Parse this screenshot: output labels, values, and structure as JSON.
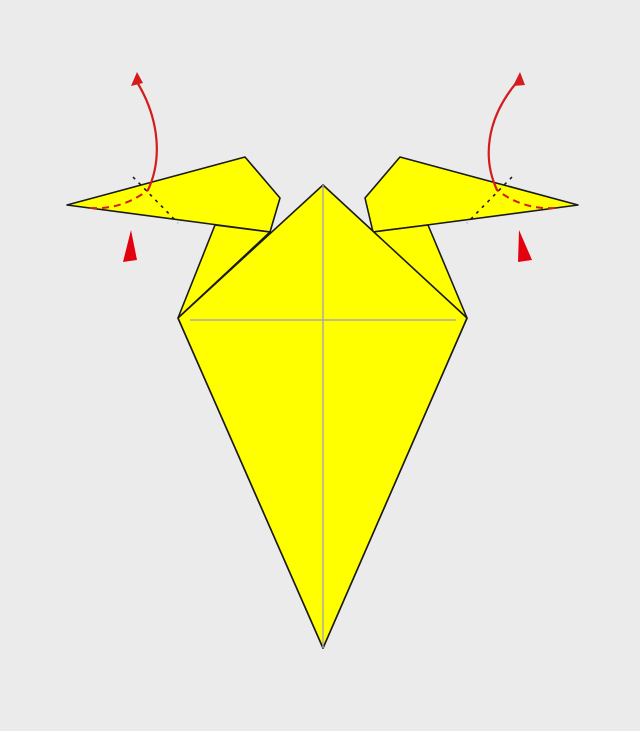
{
  "diagram": {
    "subject": "origami-goat-head-inside-reverse-fold",
    "colors": {
      "background": "#ebebeb",
      "paper": "#ffff00",
      "edge": "#1a1a1a",
      "crease": "#a8a8a8",
      "fold_line": "#d41c1c",
      "valley_mark": "#1a1a1a",
      "arrow": "#d41c1c",
      "push_arrow": "#e3000f"
    },
    "icons": {
      "curved_arrow": "curved-arrow-icon",
      "push_arrow": "push-triangle-arrow-icon"
    },
    "steps": [
      {
        "side": "left",
        "fold_type": "inside-reverse-fold"
      },
      {
        "side": "right",
        "fold_type": "inside-reverse-fold"
      }
    ]
  }
}
